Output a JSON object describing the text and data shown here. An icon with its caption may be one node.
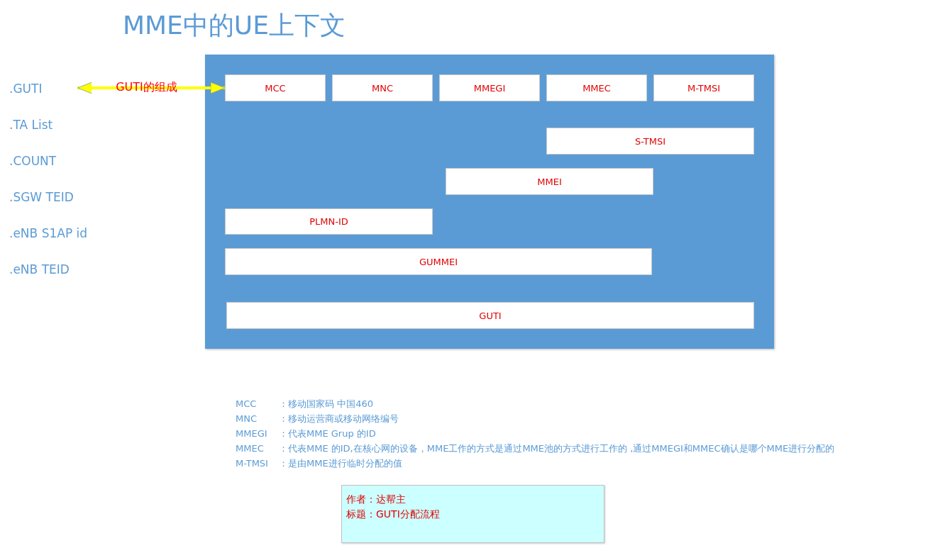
{
  "diagram": {
    "title": "MME中的UE上下文",
    "nodes": [
      {
        "text": [
          ".GUTI"
        ]
      },
      {
        "text": [],
        "shape": "box"
      },
      {
        "text": [
          "MCC"
        ],
        "in": 1
      },
      {
        "text": [
          "MNC"
        ],
        "in": 1
      },
      {
        "text": [
          "MMEGI"
        ],
        "in": 1
      },
      {
        "text": [
          "MMEC"
        ],
        "in": 1
      },
      {
        "text": [
          "M-TMSI"
        ],
        "in": 1
      },
      {
        "text": [
          "S-TMSI"
        ],
        "in": 1
      },
      {
        "text": [
          "MMEI"
        ],
        "in": 1
      },
      {
        "text": [
          "PLMN-ID"
        ],
        "in": 1
      },
      {
        "text": [
          "GUMMEI"
        ],
        "in": 1
      },
      {
        "text": [
          "GUTI"
        ],
        "in": 1
      },
      {
        "text": [
          "作者：达帮主",
          "标题：GUTI分配流程"
        ]
      }
    ],
    "edges": [
      {
        "from": 0,
        "to": 2,
        "arrow": "both",
        "label": "GUTI的组成"
      }
    ],
    "labels": [
      ".TA List",
      ".COUNT",
      ".SGW TEID",
      ".eNB S1AP id",
      ".eNB TEID",
      "MCC",
      "：移动国家码   中国460",
      "MNC",
      "：移动运营商或移动网络编号",
      "MMEGI",
      "：代表MME Grup 的ID",
      "MMEC",
      "：代表MME 的ID,在核心网的设备，MME工作的方式是通过MME池的方式进行工作的 ,通过MMEGI和MMEC确认是哪个MME进行分配的",
      "M-TMSI",
      "：是由MME进行临时分配的值"
    ]
  }
}
